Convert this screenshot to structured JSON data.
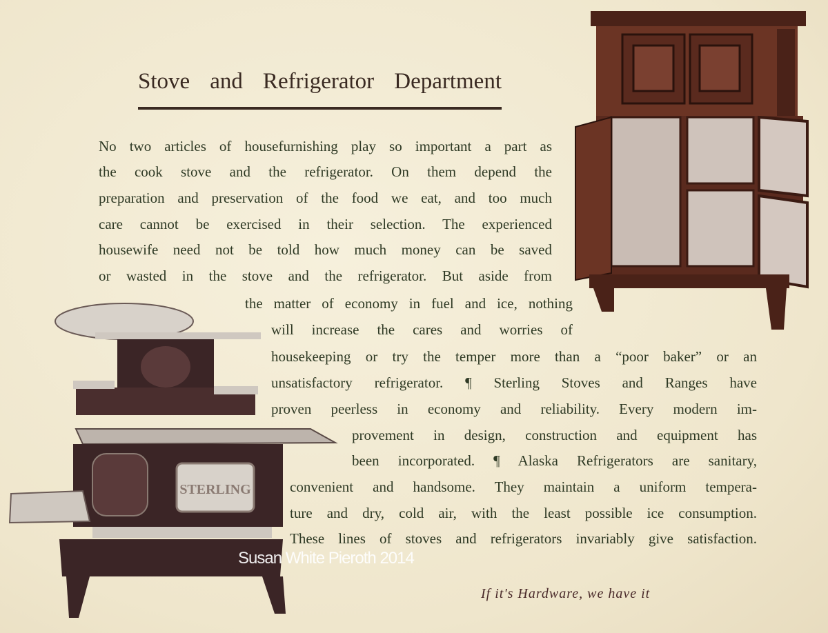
{
  "title": "Stove and Refrigerator Department",
  "lines": [
    "No two articles of housefurnishing play so important a part as",
    "the cook stove and the refrigerator.  On them depend the",
    "preparation and preservation of the food we eat, and too much",
    "care cannot be exercised in their selection.  The experienced",
    "housewife need not be told how much money can be saved",
    "or wasted in the stove and the refrigerator.  But aside from",
    "the matter of economy in fuel and ice, nothing",
    "will increase the cares and worries of",
    "housekeeping or try the temper more than a “poor baker” or an",
    "unsatisfactory refrigerator.  ¶ Sterling Stoves and Ranges have",
    "proven peerless in economy and reliability.  Every modern im-",
    "provement in design, construction and equipment has",
    "been incorporated.  ¶ Alaska Refrigerators are sanitary,",
    "convenient and handsome.  They maintain a uniform tempera-",
    "ture and dry, cold air, with the least possible ice consumption.",
    "These lines of stoves and refrigerators invariably give satisfaction."
  ],
  "footer": "If it's Hardware, we have it",
  "watermark": "Susan White Pieroth 2014",
  "stove_badge": "STERLING",
  "colors": {
    "paper": "#f3ecd6",
    "text": "#2f3a25",
    "wood": "#5a2a1e",
    "iron": "#3b2526"
  }
}
